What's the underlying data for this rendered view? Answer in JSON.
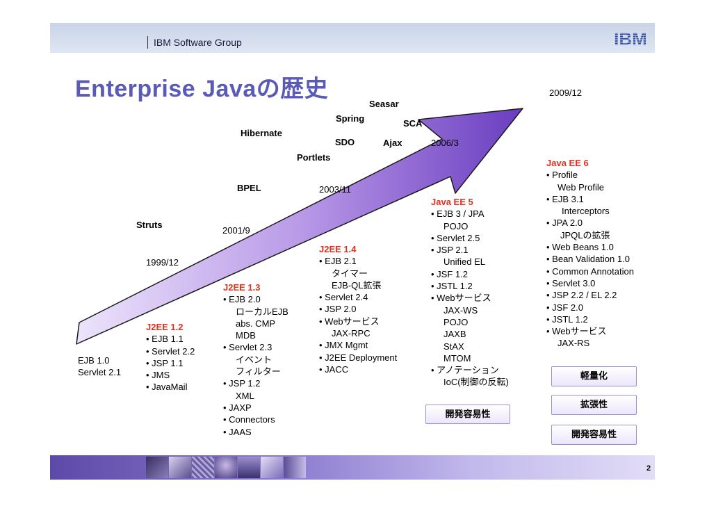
{
  "header": {
    "group": "IBM Software Group",
    "logo": "IBM"
  },
  "title": "Enterprise Javaの歴史",
  "page_number": "2",
  "timeline": {
    "dates": [
      "1999/12",
      "2001/9",
      "2003/11",
      "2006/3",
      "2009/12"
    ],
    "frameworks": [
      "Seasar",
      "Spring",
      "SCA",
      "Hibernate",
      "SDO",
      "Ajax",
      "Portlets",
      "BPEL",
      "Struts"
    ]
  },
  "versions": {
    "ejb10": [
      "EJB 1.0",
      "Servlet 2.1"
    ],
    "j2ee12": {
      "name": "J2EE 1.2",
      "items": [
        "• EJB 1.1",
        "• Servlet 2.2",
        "• JSP 1.1",
        "• JMS",
        "• JavaMail"
      ]
    },
    "j2ee13": {
      "name": "J2EE 1.3",
      "items": [
        "• EJB 2.0",
        "ローカルEJB",
        "abs. CMP",
        "MDB",
        "• Servlet 2.3",
        "イベント",
        "フィルター",
        "• JSP 1.2",
        "XML",
        "• JAXP",
        "• Connectors",
        "• JAAS"
      ]
    },
    "j2ee14": {
      "name": "J2EE 1.4",
      "items": [
        "• EJB 2.1",
        "タイマー",
        "EJB-QL拡張",
        "• Servlet 2.4",
        "• JSP 2.0",
        "• Webサービス",
        "JAX-RPC",
        "• JMX Mgmt",
        "• J2EE Deployment",
        "• JACC"
      ]
    },
    "javaee5": {
      "name": "Java EE 5",
      "items": [
        "• EJB 3 / JPA",
        "POJO",
        "• Servlet 2.5",
        "• JSP 2.1",
        "Unified EL",
        "• JSF 1.2",
        "• JSTL 1.2",
        "• Webサービス",
        "JAX-WS",
        "POJO",
        "JAXB",
        "StAX",
        "MTOM",
        "• アノテーション",
        "IoC(制御の反転)"
      ],
      "badge": "開発容易性"
    },
    "javaee6": {
      "name": "Java EE 6",
      "items": [
        "• Profile",
        "Web Profile",
        "• EJB 3.1",
        "Interceptors",
        "• JPA 2.0",
        "JPQLの拡張",
        "• Web Beans 1.0",
        "• Bean Validation 1.0",
        "• Common Annotation",
        "• Servlet 3.0",
        "• JSP 2.2 / EL 2.2",
        "• JSF 2.0",
        "• JSTL 1.2",
        "• Webサービス",
        "JAX-RS"
      ],
      "badges": [
        "軽量化",
        "拡張性",
        "開発容易性"
      ]
    }
  },
  "colors": {
    "title": "#5a5ab8",
    "version_name": "#e0301e",
    "arrow": "#8a66d6"
  }
}
